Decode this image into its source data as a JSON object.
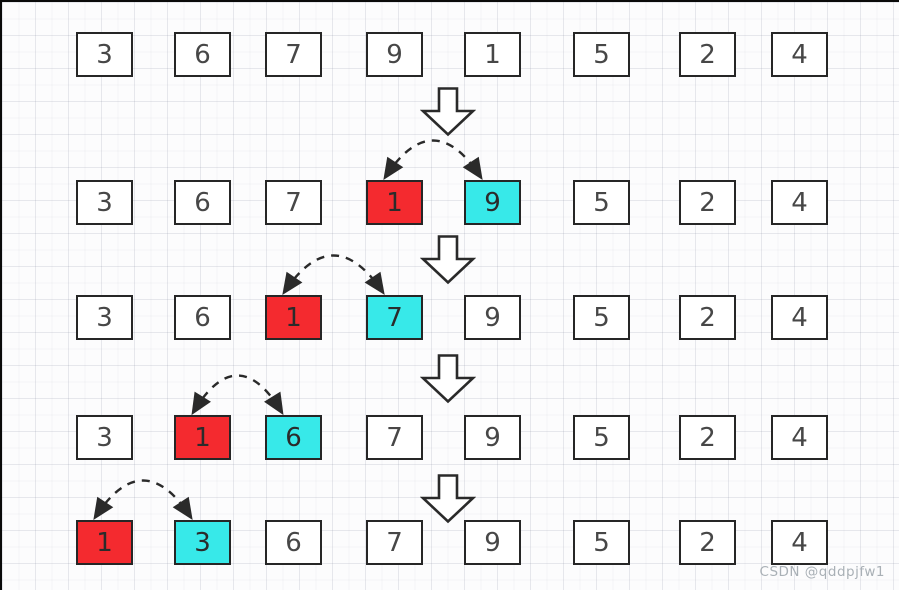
{
  "colors": {
    "red_fill": "#f42a2f",
    "cyan_fill": "#37e9e9",
    "box_fill": "#ffffff",
    "line": "#2a2a2a"
  },
  "rows": [
    {
      "values": [
        "3",
        "6",
        "7",
        "9",
        "1",
        "5",
        "2",
        "4"
      ],
      "swap": null
    },
    {
      "values": [
        "3",
        "6",
        "7",
        "1",
        "9",
        "5",
        "2",
        "4"
      ],
      "swap": {
        "red_index": 3,
        "cyan_index": 4
      }
    },
    {
      "values": [
        "3",
        "6",
        "1",
        "7",
        "9",
        "5",
        "2",
        "4"
      ],
      "swap": {
        "red_index": 2,
        "cyan_index": 3
      }
    },
    {
      "values": [
        "3",
        "1",
        "6",
        "7",
        "9",
        "5",
        "2",
        "4"
      ],
      "swap": {
        "red_index": 1,
        "cyan_index": 2
      }
    },
    {
      "values": [
        "1",
        "3",
        "6",
        "7",
        "9",
        "5",
        "2",
        "4"
      ],
      "swap": {
        "red_index": 0,
        "cyan_index": 1
      }
    }
  ],
  "watermark": "CSDN @qddpjfw1"
}
